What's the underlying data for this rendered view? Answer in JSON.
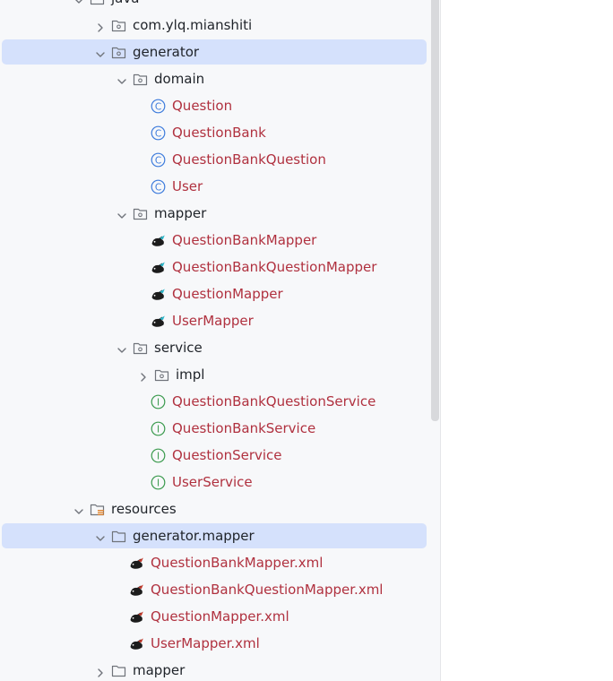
{
  "colors": {
    "selection": "#d5e1fc",
    "class_icon": "#3d7bdc",
    "interface_icon": "#3a9a4d",
    "modified_text": "#b0313f",
    "default_text": "#1f2329"
  },
  "tree": [
    {
      "label": "java",
      "kind": "folder",
      "expanded": true,
      "level": 0,
      "color": "dark"
    },
    {
      "label": "com.ylq.mianshiti",
      "kind": "package",
      "expanded": false,
      "level": 1,
      "color": "dark"
    },
    {
      "label": "generator",
      "kind": "package",
      "expanded": true,
      "level": 1,
      "color": "dark",
      "selected": true
    },
    {
      "label": "domain",
      "kind": "package",
      "expanded": true,
      "level": 2,
      "color": "dark"
    },
    {
      "label": "Question",
      "kind": "class",
      "level": 3,
      "color": "red"
    },
    {
      "label": "QuestionBank",
      "kind": "class",
      "level": 3,
      "color": "red"
    },
    {
      "label": "QuestionBankQuestion",
      "kind": "class",
      "level": 3,
      "color": "red"
    },
    {
      "label": "User",
      "kind": "class",
      "level": 3,
      "color": "red"
    },
    {
      "label": "mapper",
      "kind": "package",
      "expanded": true,
      "level": 2,
      "color": "dark"
    },
    {
      "label": "QuestionBankMapper",
      "kind": "mybatis",
      "level": 3,
      "color": "red"
    },
    {
      "label": "QuestionBankQuestionMapper",
      "kind": "mybatis",
      "level": 3,
      "color": "red"
    },
    {
      "label": "QuestionMapper",
      "kind": "mybatis",
      "level": 3,
      "color": "red"
    },
    {
      "label": "UserMapper",
      "kind": "mybatis",
      "level": 3,
      "color": "red"
    },
    {
      "label": "service",
      "kind": "package",
      "expanded": true,
      "level": 2,
      "color": "dark"
    },
    {
      "label": "impl",
      "kind": "package",
      "expanded": false,
      "level": 3,
      "color": "dark"
    },
    {
      "label": "QuestionBankQuestionService",
      "kind": "interface",
      "level": 3,
      "color": "red"
    },
    {
      "label": "QuestionBankService",
      "kind": "interface",
      "level": 3,
      "color": "red"
    },
    {
      "label": "QuestionService",
      "kind": "interface",
      "level": 3,
      "color": "red"
    },
    {
      "label": "UserService",
      "kind": "interface",
      "level": 3,
      "color": "red"
    },
    {
      "label": "resources",
      "kind": "resources",
      "expanded": true,
      "level": 0,
      "color": "dark"
    },
    {
      "label": "generator.mapper",
      "kind": "folder",
      "expanded": true,
      "level": 1,
      "color": "dark",
      "selected": true
    },
    {
      "label": "QuestionBankMapper.xml",
      "kind": "xml",
      "level": 2,
      "color": "red"
    },
    {
      "label": "QuestionBankQuestionMapper.xml",
      "kind": "xml",
      "level": 2,
      "color": "red"
    },
    {
      "label": "QuestionMapper.xml",
      "kind": "xml",
      "level": 2,
      "color": "red"
    },
    {
      "label": "UserMapper.xml",
      "kind": "xml",
      "level": 2,
      "color": "red"
    },
    {
      "label": "mapper",
      "kind": "folder",
      "expanded": false,
      "level": 1,
      "color": "dark"
    }
  ]
}
